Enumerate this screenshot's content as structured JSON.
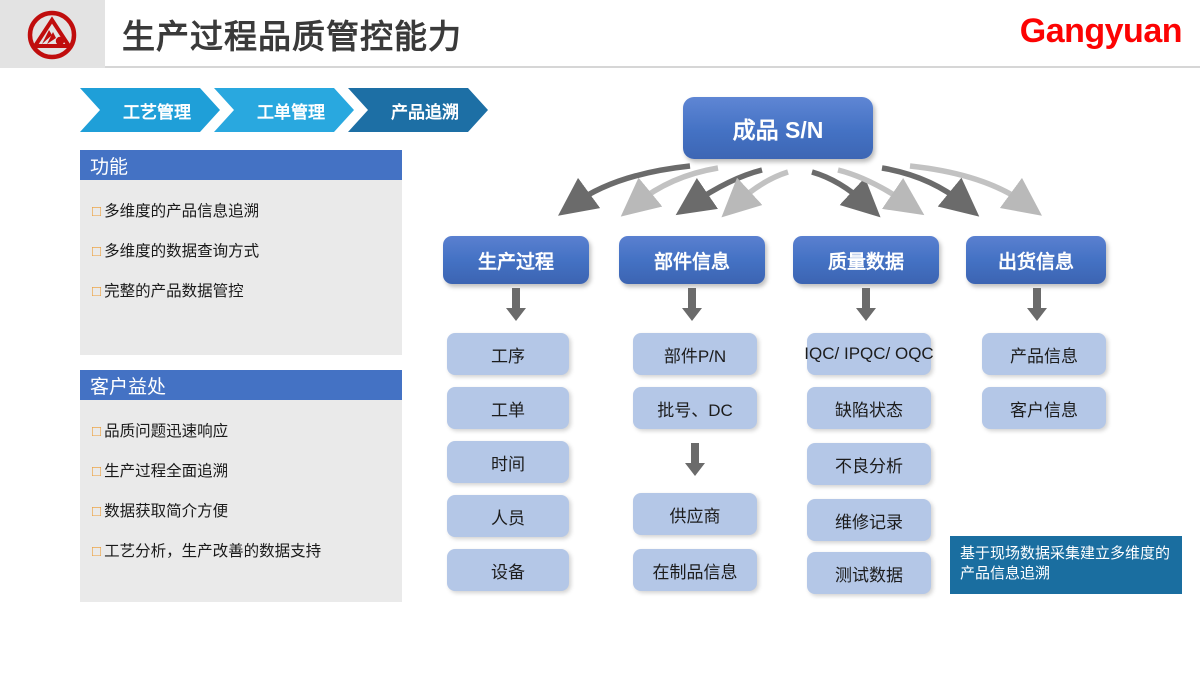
{
  "header": {
    "logo_name": "gangyuan-circular-emblem",
    "title": "生产过程品质管控能力",
    "brand": "Gangyuan",
    "brand_color": "#fc0303"
  },
  "breadcrumb": {
    "items": [
      {
        "label": "工艺管理",
        "active": false,
        "color": "#1f9fd8"
      },
      {
        "label": "工单管理",
        "active": false,
        "color": "#29a8df"
      },
      {
        "label": "产品追溯",
        "active": true,
        "color": "#1d6fa5"
      }
    ]
  },
  "panels": [
    {
      "title": "功能",
      "bullet_glyph": "□",
      "bullet_color": "#ed9a2e",
      "items": [
        "多维度的产品信息追溯",
        "多维度的数据查询方式",
        "完整的产品数据管控"
      ]
    },
    {
      "title": "客户益处",
      "bullet_glyph": "□",
      "bullet_color": "#ed9a2e",
      "items": [
        "品质问题迅速响应",
        "生产过程全面追溯",
        "数据获取简介方便",
        "工艺分析，生产改善的数据支持"
      ]
    }
  ],
  "diagram": {
    "root": {
      "label": "成品 S/N",
      "color": "#4472c4"
    },
    "arrow_color": "#6b6b6b",
    "columns": [
      {
        "header": "生产过程",
        "items": [
          "工序",
          "工单",
          "时间",
          "人员",
          "设备"
        ]
      },
      {
        "header": "部件信息",
        "items": [
          "部件P/N",
          "批号、DC",
          "供应商",
          "在制品信息"
        ]
      },
      {
        "header": "质量数据",
        "items": [
          "IQC/ IPQC/ OQC",
          "缺陷状态",
          "不良分析",
          "维修记录",
          "测试数据"
        ]
      },
      {
        "header": "出货信息",
        "items": [
          "产品信息",
          "客户信息"
        ]
      }
    ]
  },
  "callout": {
    "text": "基于现场数据采集建立多维度的产品信息追溯",
    "bg_color": "#1a6ea0"
  }
}
